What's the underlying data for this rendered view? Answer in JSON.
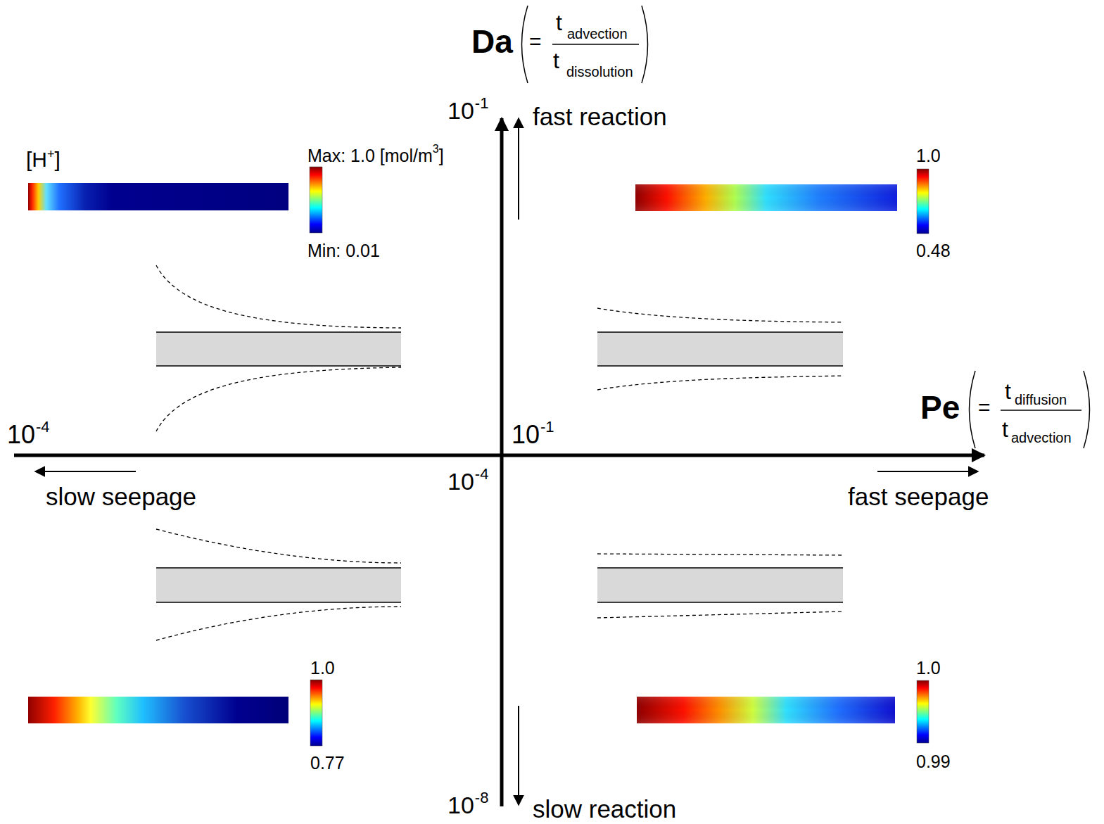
{
  "diagram": {
    "labels": [
      "Da",
      "=",
      "t",
      "advection",
      "t",
      "dissolution",
      "10",
      "-1",
      "fast reaction",
      "[H",
      "+",
      "]",
      "Max: 1.0 [mol/m",
      "3",
      "]",
      "Min: 0.01",
      "1.0",
      "0.48",
      "Pe",
      "=",
      "t",
      "diffusion",
      "t",
      "advection",
      "10",
      "-4",
      "10",
      "-1",
      "10",
      "-4",
      "slow seepage",
      "fast seepage",
      "1.0",
      "0.77",
      "1.0",
      "0.99",
      "10",
      "-8",
      "slow reaction"
    ]
  }
}
